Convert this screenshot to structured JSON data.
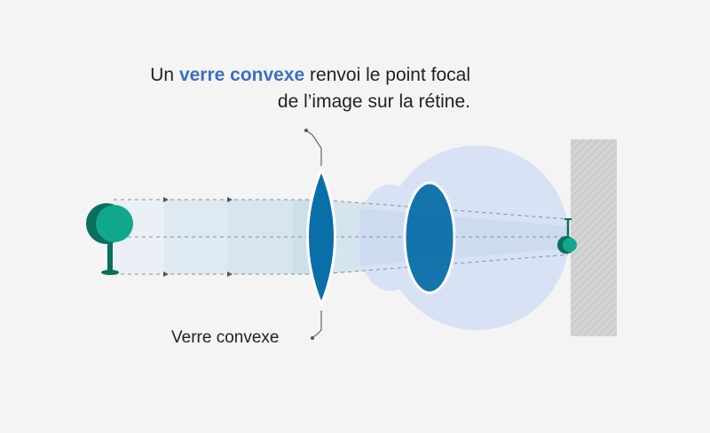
{
  "caption": {
    "part1": "Un ",
    "highlight": "verre convexe",
    "part2": " renvoi le point focal",
    "line2": "de l’image sur la rétine."
  },
  "lens_label": "Verre convexe",
  "colors": {
    "background": "#f4f4f4",
    "highlight": "#3e6fbf",
    "lens": "#0a6fa8",
    "eye": "#d7e2f5",
    "tree": "#10a88c",
    "tree_dark": "#0c6e5c",
    "wall": "#cfcfcf"
  },
  "icons": [
    "tree-icon",
    "convex-lens-icon",
    "eye-lens-icon",
    "retina-image-icon",
    "wall-icon"
  ]
}
